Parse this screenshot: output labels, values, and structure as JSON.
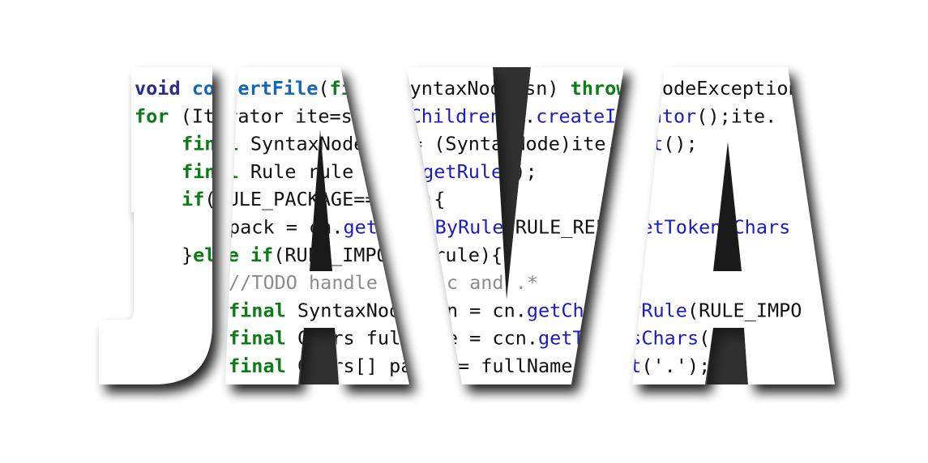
{
  "title_word": "JAVA",
  "letters": [
    "J",
    "A",
    "V",
    "A"
  ],
  "colors": {
    "background": "#ffffff",
    "letter_fill": "#ffffff",
    "shadow": "#000000",
    "keyword_dark": "#2b2b8f",
    "keyword": "#0a7d16",
    "method": "#1a1ac9",
    "plain": "#111111",
    "comment": "#8c8c8c"
  },
  "code_lines": [
    {
      "indent": 0,
      "tokens": [
        [
          "kw-dark",
          "void "
        ],
        [
          "fn2",
          "convertFile"
        ],
        [
          "plain",
          "("
        ],
        [
          "kw",
          "final"
        ],
        [
          "plain",
          " SyntaxNode sn) "
        ],
        [
          "kw",
          "throws"
        ],
        [
          "plain",
          " CodeException"
        ]
      ]
    },
    {
      "indent": 0,
      "tokens": [
        [
          "kw",
          "for"
        ],
        [
          "plain",
          " (Iterator ite=sn."
        ],
        [
          "fn",
          "getChildren"
        ],
        [
          "plain",
          "()."
        ],
        [
          "fn",
          "createIterator"
        ],
        [
          "plain",
          "();ite."
        ]
      ]
    },
    {
      "indent": 1,
      "tokens": [
        [
          "kw",
          "final"
        ],
        [
          "plain",
          " SyntaxNode cn = (SyntaxNode)ite."
        ],
        [
          "fn",
          "next"
        ],
        [
          "plain",
          "();"
        ]
      ]
    },
    {
      "indent": 1,
      "tokens": [
        [
          "kw",
          "final"
        ],
        [
          "plain",
          " Rule rule = cn."
        ],
        [
          "fn",
          "getRule"
        ],
        [
          "plain",
          "();"
        ]
      ]
    },
    {
      "indent": 1,
      "tokens": [
        [
          "kw",
          "if"
        ],
        [
          "plain",
          "(RULE_PACKAGE==rule){"
        ]
      ]
    },
    {
      "indent": 2,
      "tokens": [
        [
          "plain",
          "pack = cn."
        ],
        [
          "fn",
          "getChildByRule"
        ],
        [
          "plain",
          "(RULE_REF)."
        ],
        [
          "fn",
          "getTokensChars"
        ]
      ]
    },
    {
      "indent": 1,
      "tokens": [
        [
          "plain",
          "}"
        ],
        [
          "kw",
          "else"
        ],
        [
          "plain",
          " "
        ],
        [
          "kw",
          "if"
        ],
        [
          "plain",
          "(RULE_IMPORT==rule){"
        ]
      ]
    },
    {
      "indent": 2,
      "tokens": [
        [
          "comment",
          "//TODO handle static and .*"
        ]
      ]
    },
    {
      "indent": 2,
      "tokens": [
        [
          "kw",
          "final"
        ],
        [
          "plain",
          " SyntaxNode ccn = cn."
        ],
        [
          "fn",
          "getChildByRule"
        ],
        [
          "plain",
          "(RULE_IMPO"
        ]
      ]
    },
    {
      "indent": 2,
      "tokens": [
        [
          "kw",
          "final"
        ],
        [
          "plain",
          " Chars fullName = ccn."
        ],
        [
          "fn",
          "getTokensChars"
        ],
        [
          "plain",
          "();"
        ]
      ]
    },
    {
      "indent": 2,
      "tokens": [
        [
          "kw",
          "final"
        ],
        [
          "plain",
          " Chars[] parts = fullName."
        ],
        [
          "fn",
          "split"
        ],
        [
          "plain",
          "('.');"
        ]
      ]
    }
  ]
}
